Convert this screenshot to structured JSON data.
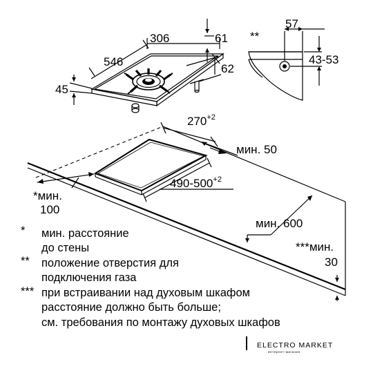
{
  "hob": {
    "depth": "546",
    "width": "306",
    "height": "45",
    "rear_dim": "61",
    "side_dim": "62"
  },
  "gas_connection": {
    "marker": "**",
    "top_dim": "57",
    "side_range": "43-53"
  },
  "cutout": {
    "width_value": "270",
    "width_tol": "+2",
    "depth_value": "490-500",
    "depth_tol": "+2",
    "min_rear": "мин. 50",
    "min_wall_prefix": "*мин.",
    "min_wall_value": "100",
    "min_front": "мин. 600",
    "min_oven_prefix": "***мин.",
    "min_oven_value": "30"
  },
  "legend": [
    {
      "marker": "*",
      "lines": [
        "мин. расстояние",
        "до стены"
      ]
    },
    {
      "marker": "**",
      "lines": [
        "положение отверстия для",
        "подключения газа"
      ]
    },
    {
      "marker": "***",
      "lines": [
        "при встраивании над духовым шкафом",
        "расстояние должно быть больше;",
        "см. требования по монтажу духовых шкафов"
      ]
    }
  ],
  "watermark": {
    "name": "ELECTRO MARKET",
    "tagline": "интернет-магазин"
  }
}
